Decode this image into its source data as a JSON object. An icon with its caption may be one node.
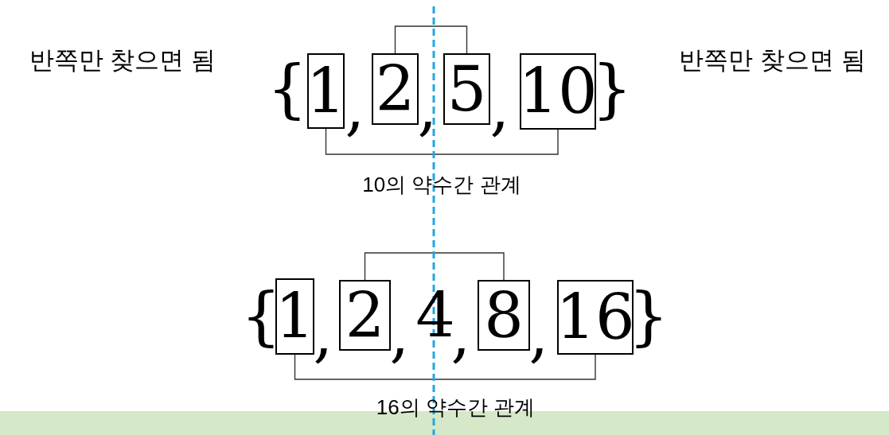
{
  "diagram": {
    "nodes": [
      {
        "text": [
          "1"
        ]
      },
      {
        "text": [
          "2"
        ]
      },
      {
        "text": [
          "5"
        ]
      },
      {
        "text": [
          "10"
        ]
      },
      {
        "text": [
          "1"
        ]
      },
      {
        "text": [
          "2"
        ]
      },
      {
        "text": [
          "8"
        ]
      },
      {
        "text": [
          "16"
        ]
      }
    ],
    "edges": [
      {
        "from": 1,
        "to": 2,
        "arrow": "none"
      },
      {
        "from": 0,
        "to": 3,
        "arrow": "none"
      },
      {
        "from": 5,
        "to": 6,
        "arrow": "none"
      },
      {
        "from": 4,
        "to": 7,
        "arrow": "none"
      }
    ],
    "labels": [
      "반쪽만 찾으면 됨",
      "반쪽만 찾으면 됨",
      "{",
      ",",
      ",",
      ",",
      "}",
      "10의 약수간 관계",
      "{",
      ",",
      ",",
      "4",
      ",",
      ",",
      "}",
      "16의 약수간 관계"
    ]
  }
}
